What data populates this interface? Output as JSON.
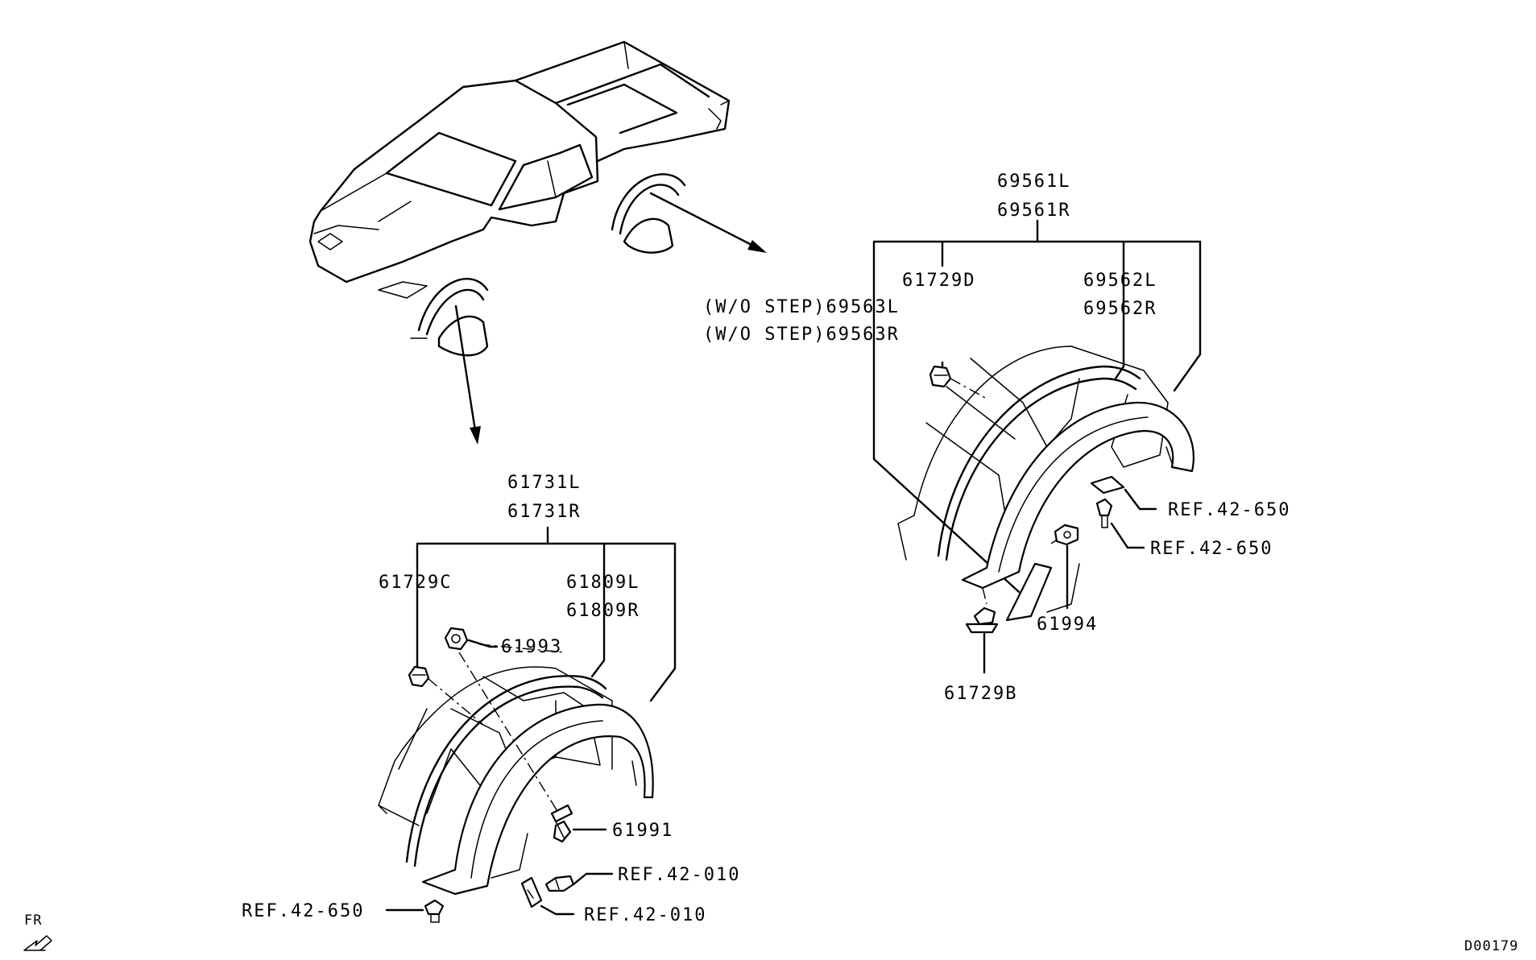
{
  "labels": {
    "front_parts": {
      "main_upper": "61731L",
      "main_lower": "61731R",
      "clip_c": "61729C",
      "moulding_l": "61809L",
      "moulding_r": "61809R",
      "nut": "61993",
      "screw": "61991",
      "ref_010_a": "REF.42-010",
      "ref_010_b": "REF.42-010",
      "ref_650": "REF.42-650"
    },
    "rear_parts": {
      "main_upper": "69561L",
      "main_lower": "69561R",
      "clip_d": "61729D",
      "moulding_l": "69562L",
      "moulding_r": "69562R",
      "wo_step_l": "(W/O STEP)69563L",
      "wo_step_r": "(W/O STEP)69563R",
      "ref_650_a": "REF.42-650",
      "ref_650_b": "REF.42-650",
      "bolt": "61994",
      "clip_b": "61729B"
    },
    "direction": "FR",
    "diagram_id": "D00179"
  }
}
